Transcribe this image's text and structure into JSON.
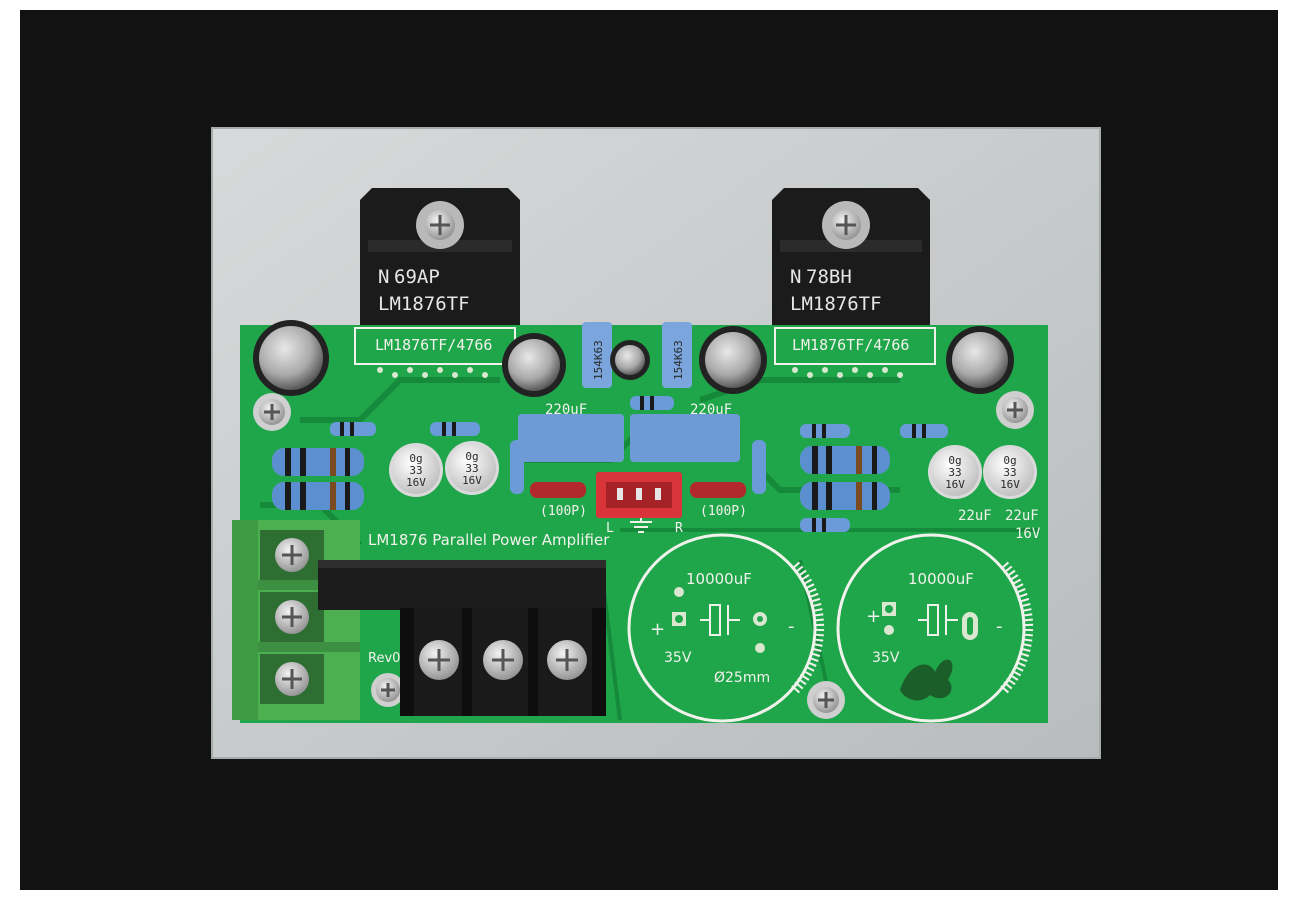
{
  "chips": [
    {
      "marking": "69AP",
      "part": "LM1876TF"
    },
    {
      "marking": "78BH",
      "part": "LM1876TF"
    }
  ],
  "silkscreen": {
    "footprint_left": "LM1876TF/4766",
    "footprint_right": "LM1876TF/4766",
    "board_title": "LM1876 Parallel Power Amplifier",
    "cap_220_left": "220uF",
    "cap_220_right": "220uF",
    "c100p_left": "(100P)",
    "c100p_right": "(100P)",
    "channel_left": "L",
    "channel_right": "R",
    "cap22_label": "22uF",
    "cap22_voltage": "22uF",
    "cap22_voltage2": "16V",
    "bulk_left_value": "10000uF",
    "bulk_left_voltage": "35V",
    "bulk_left_diameter": "Ø25mm",
    "bulk_right_value": "10000uF",
    "bulk_right_voltage": "35V",
    "plus": "+",
    "minus": "-",
    "rev": "Rev0"
  },
  "film_caps": [
    {
      "code": "154K63"
    },
    {
      "code": "154K63"
    }
  ],
  "small_caps": [
    {
      "line1": "0g",
      "line2": "33",
      "line3": "16V"
    },
    {
      "line1": "0g",
      "line2": "33",
      "line3": "16V"
    },
    {
      "line1": "0g",
      "line2": "33",
      "line3": "16V"
    },
    {
      "line1": "0g",
      "line2": "33",
      "line3": "16V"
    }
  ],
  "colors": {
    "background": "#121212",
    "heatsink": "#c9cccd",
    "pcb": "#1fa64a",
    "pcb_dark": "#168a3b",
    "silkscreen": "#f2f2ec",
    "terminal_green": "#4caf50",
    "connector_red": "#d8343a",
    "film_cap_blue": "#6e9bd6"
  }
}
